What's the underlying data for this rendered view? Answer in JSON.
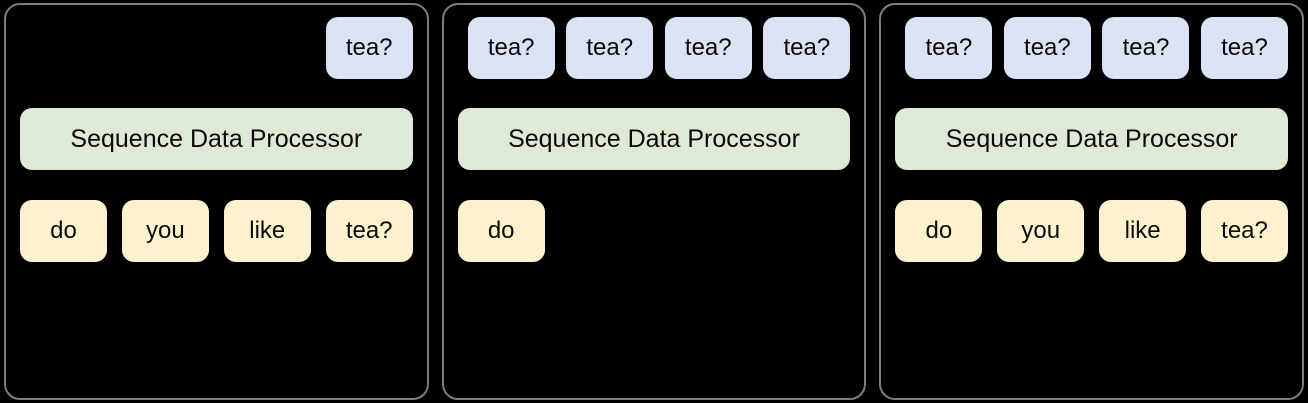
{
  "colors": {
    "canvas_bg": "#000000",
    "panel_bg": "#000000",
    "panel_border": "#7d7d7d",
    "output_token_bg": "#dae2f3",
    "processor_bg": "#dfead6",
    "input_token_bg": "#fdf2cd",
    "text": "#0a0a0a"
  },
  "panels": [
    {
      "id": "panel-1",
      "output_tokens": [
        "tea?"
      ],
      "processor_label": "Sequence Data Processor",
      "input_tokens": [
        "do",
        "you",
        "like",
        "tea?"
      ]
    },
    {
      "id": "panel-2",
      "output_tokens": [
        "tea?",
        "tea?",
        "tea?",
        "tea?"
      ],
      "processor_label": "Sequence Data Processor",
      "input_tokens": [
        "do"
      ]
    },
    {
      "id": "panel-3",
      "output_tokens": [
        "tea?",
        "tea?",
        "tea?",
        "tea?"
      ],
      "processor_label": "Sequence Data Processor",
      "input_tokens": [
        "do",
        "you",
        "like",
        "tea?"
      ]
    }
  ]
}
